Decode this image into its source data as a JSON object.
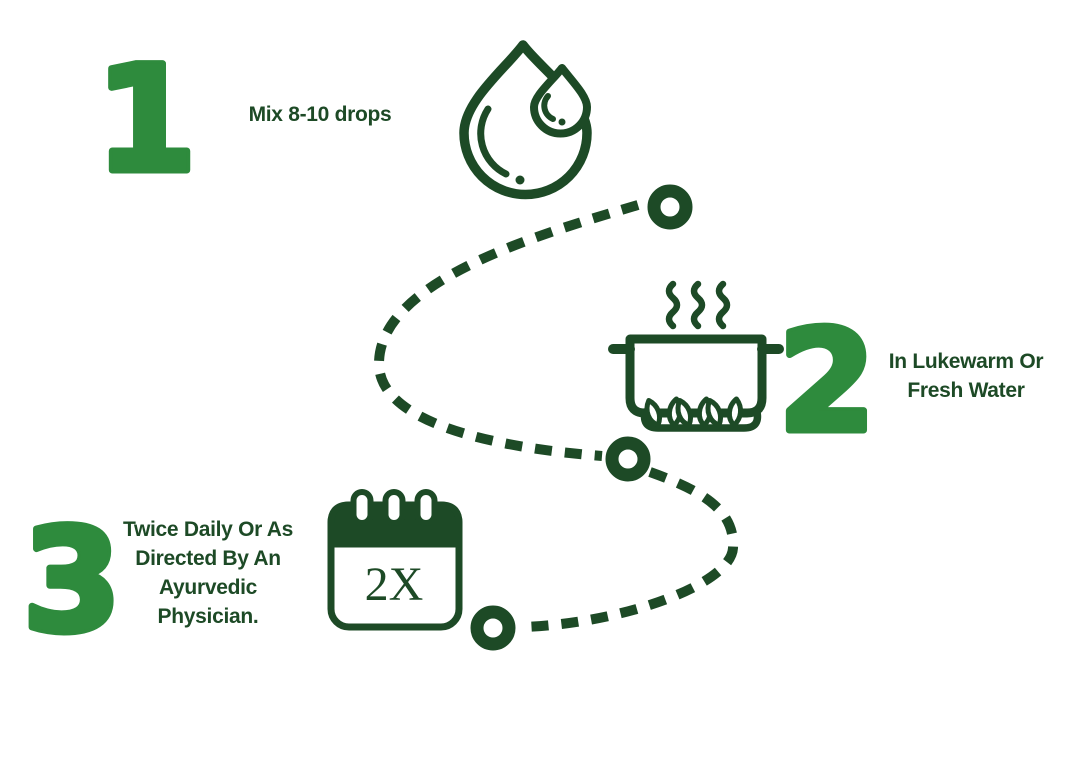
{
  "colors": {
    "accent_green": "#2e8b3d",
    "dark_green": "#1d4a26",
    "background": "#ffffff"
  },
  "steps": [
    {
      "number": "1",
      "label": "Mix 8-10 drops",
      "icon": "water-drop-icon"
    },
    {
      "number": "2",
      "label": "In Lukewarm Or\nFresh Water",
      "icon": "boiling-pot-icon"
    },
    {
      "number": "3",
      "label": "Twice Daily Or As\nDirected By An\nAyurvedic\nPhysician.",
      "icon": "calendar-icon"
    }
  ],
  "calendar": {
    "badge": "2X"
  }
}
